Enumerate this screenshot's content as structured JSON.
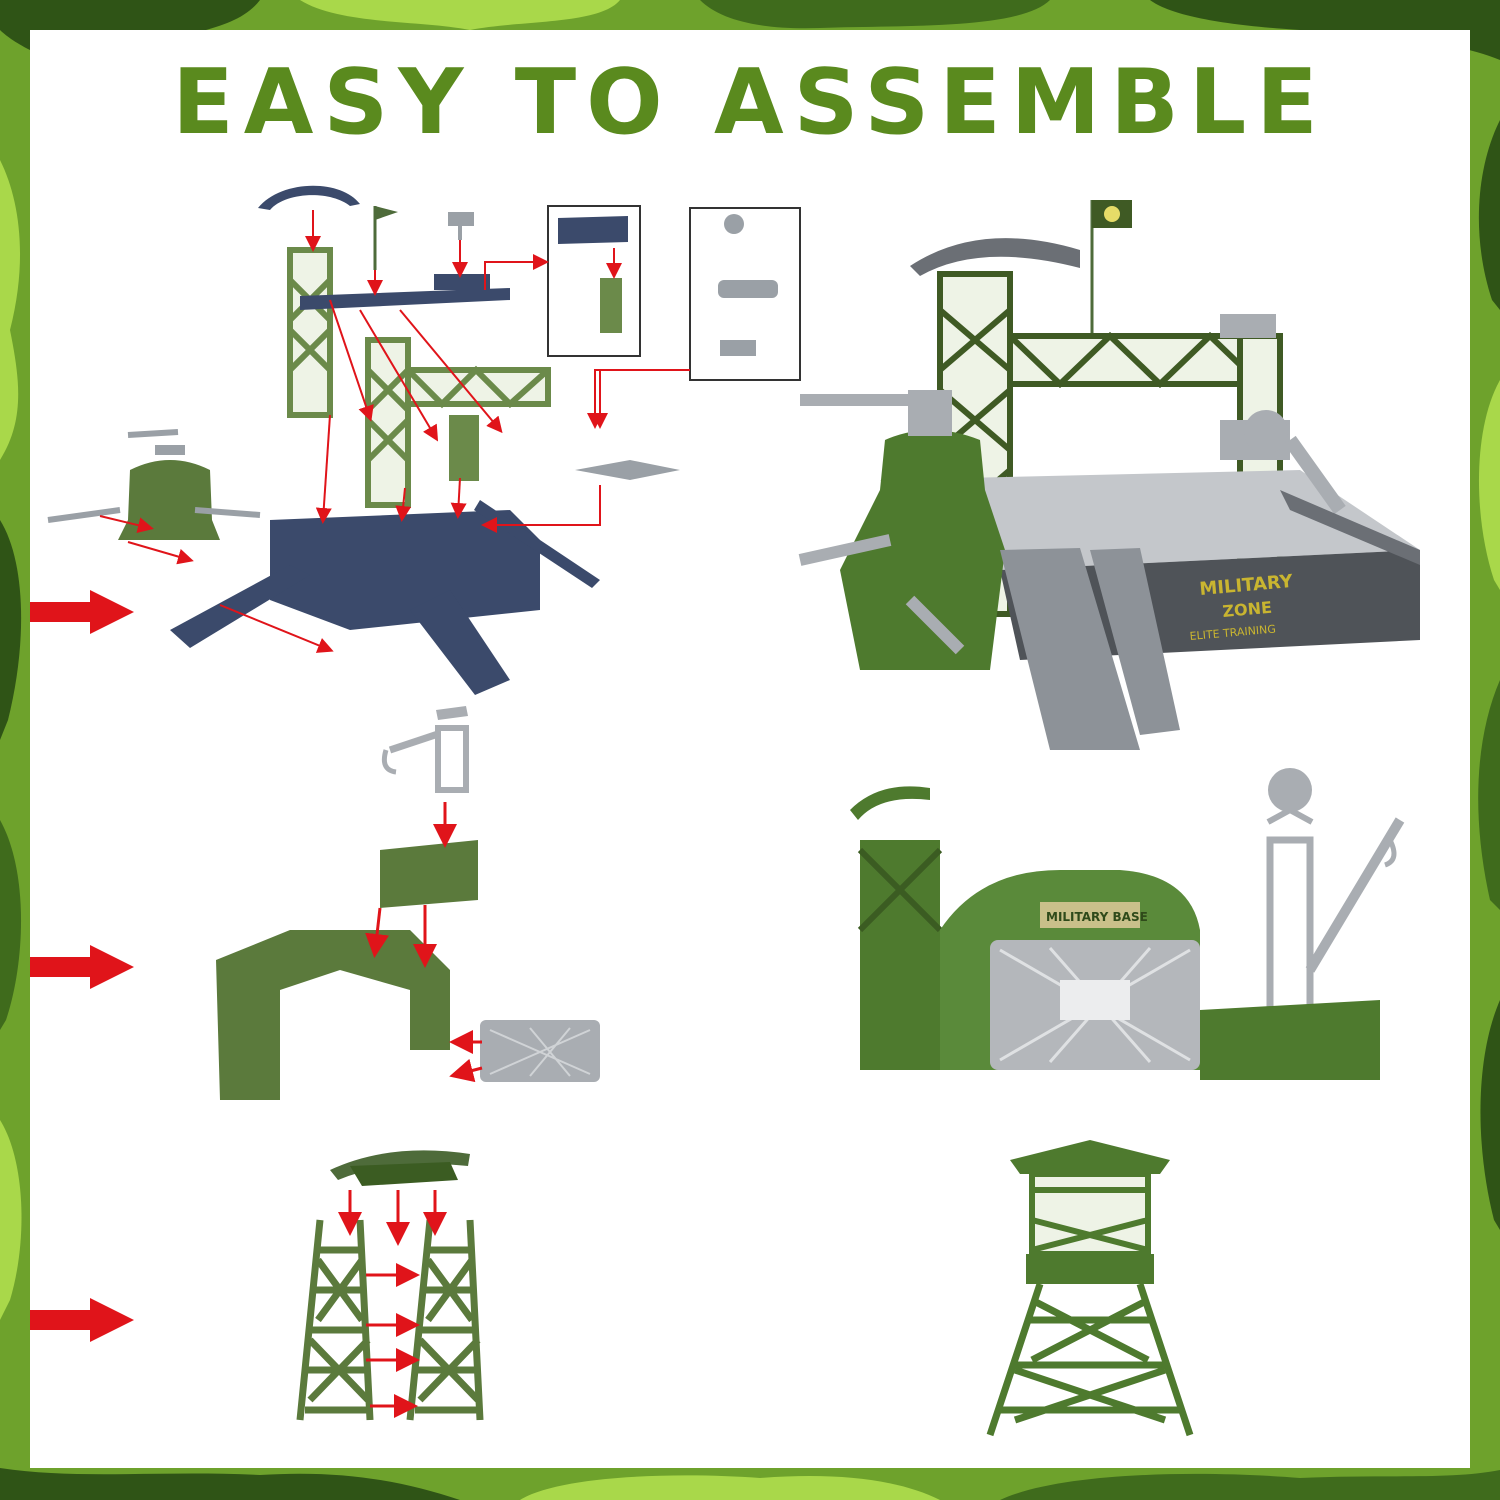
{
  "headline": "EASY TO ASSEMBLE",
  "colors": {
    "headline": "#5a8a1e",
    "arrow": "#e0141a",
    "army_green": "#4e6b3a",
    "navy_part": "#3b4a6b",
    "grey_part": "#a9adb2",
    "camo_light": "#8dbf3a",
    "camo_dark": "#2f5416"
  },
  "steps": [
    {
      "name": "command-base",
      "icons": [
        "exploded-parts-diagram",
        "assembled-command-base"
      ],
      "labels": {
        "sign_line1": "MILITARY",
        "sign_line2": "ZONE",
        "sign_sub": "ELITE TRAINING"
      }
    },
    {
      "name": "garage-base",
      "icons": [
        "exploded-parts-diagram",
        "assembled-garage"
      ],
      "labels": {
        "sign": "MILITARY BASE"
      }
    },
    {
      "name": "watch-tower",
      "icons": [
        "exploded-parts-diagram",
        "assembled-tower"
      ],
      "labels": {}
    }
  ]
}
